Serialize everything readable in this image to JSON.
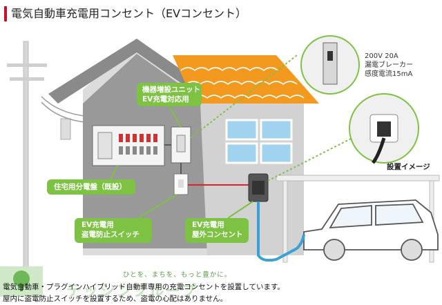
{
  "title": "電気自動車充電用コンセント（EVコンセント）",
  "labels": {
    "unit": "機器増設ユニット\nEV充電対応用",
    "panel": "住宅用分電盤（既設）",
    "switch": "EV充電用\n盗電防止スイッチ",
    "outlet": "EV充電用\n屋外コンセント"
  },
  "breaker_spec": [
    "200V 20A",
    "漏電ブレーカー",
    "感度電流15mA"
  ],
  "install_label": "設置イメージ",
  "footer": {
    "tagline": "ひとを、まちを、もっと豊かに。",
    "watermark": "テッシンブループ",
    "line1": "電気自動車・プラグインハイブリッド自動車専用の充電コンセントを設置しています。",
    "line2": "屋内に盗電防止スイッチを設置するため、盗電の心配はありません。"
  },
  "colors": {
    "accent": "#c8102e",
    "label_green": "#7dc243",
    "roof_orange": "#f39a1e",
    "cable_blue": "#3aa0d8",
    "wire_red": "#d9232d"
  }
}
